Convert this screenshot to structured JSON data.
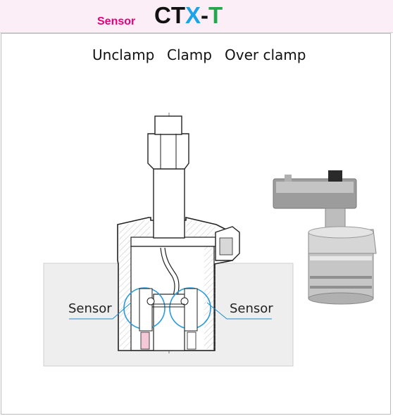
{
  "header": {
    "sensor_label": "Sensor",
    "product": {
      "c": "C",
      "t1": "T",
      "x": "X",
      "dash": "-",
      "t2": "T"
    },
    "colors": {
      "sensor": "#e6007e",
      "c": "#111111",
      "t1": "#111111",
      "x": "#1aa3e8",
      "dash": "#111111",
      "t2": "#22a84a"
    }
  },
  "tabs": [
    "Unclamp",
    "Clamp",
    "Over clamp"
  ],
  "callouts": {
    "left": "Sensor",
    "right": "Sensor"
  },
  "colors": {
    "callout_line": "#1a8fd0",
    "circle": "#2a9ad8",
    "ground": "#eeeeee",
    "body": "#ffffff"
  }
}
